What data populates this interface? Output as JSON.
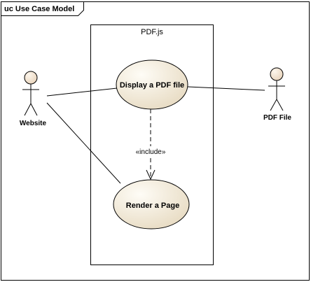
{
  "diagram": {
    "frame_title": "uc Use Case Model",
    "system_boundary": "PDF.js",
    "use_cases": [
      {
        "label": "Display a PDF file"
      },
      {
        "label": "Render a Page"
      }
    ],
    "actors": [
      {
        "label": "Website"
      },
      {
        "label": "PDF File"
      }
    ],
    "dependency_label": "«include»"
  },
  "colors": {
    "usecase_fill_light": "#fefcf6",
    "usecase_fill_dark": "#e8dcc4",
    "actor_head": "#f3e6d4",
    "line": "#000000"
  }
}
